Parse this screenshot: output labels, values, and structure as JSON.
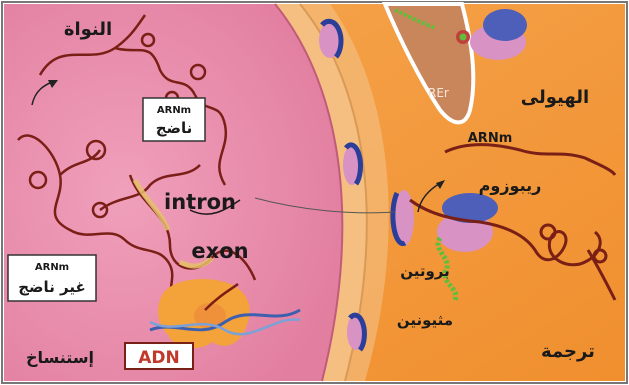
{
  "labels": {
    "nucleus": "النواة",
    "immature_mrna_tag": "ARNm",
    "immature_mrna_word": "ناضج",
    "mature_text_tag": "ARNm",
    "mature_text_word": "غير ناضج",
    "intron": "intron",
    "exon": "exon",
    "transcription": "إستنساخ",
    "dna": "ADN",
    "cytoplasm": "الهيولى",
    "mrna_cyto": "ARNm",
    "ribosome": "ريبوزوم",
    "protein": "بروتين",
    "methionine": "مثيونين",
    "translation": "ترجمة",
    "rer": "REr"
  },
  "colors": {
    "nucleus": "#e98aa8",
    "cytoplasm": "#f39a3e",
    "membrane_band": "#f4b56a",
    "rna_strand": "#7a1f16",
    "pore": "#2b3f9a",
    "ribosome_large": "#4d5fb8",
    "ribosome_small": "#d892c4",
    "protein_chain": "#5fbf3c",
    "dna_blob": "#f4a23a",
    "dna_helix": "#3c5fb0",
    "frame": "#777777"
  }
}
